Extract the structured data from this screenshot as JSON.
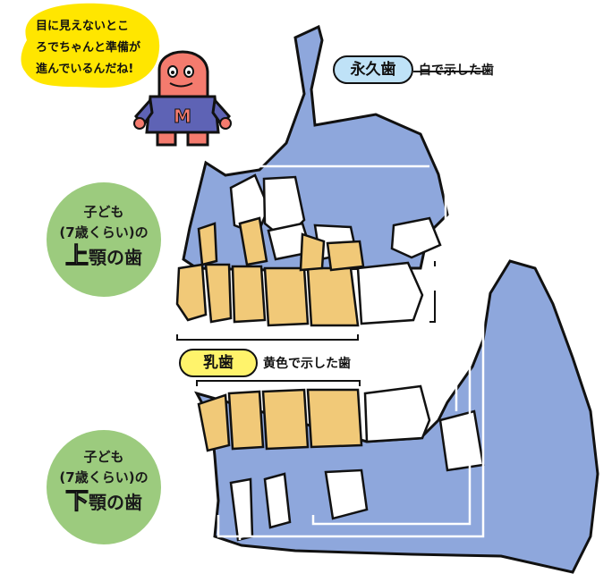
{
  "speech_bubble": {
    "line1": "目に見えないとこ",
    "line2": "ろでちゃんと準備が",
    "line3": "進んでいるんだね!"
  },
  "character": {
    "shirt_letter": "M"
  },
  "labels": {
    "upper": {
      "line1": "子ども",
      "line2": "(7歳くらい)の",
      "jaw": "上",
      "jaw_rest": "顎の歯"
    },
    "lower": {
      "line1": "子ども",
      "line2": "(7歳くらい)の",
      "jaw": "下",
      "jaw_rest": "顎の歯"
    }
  },
  "legend": {
    "permanent": {
      "tag": "永久歯",
      "description": "白で示した歯"
    },
    "baby": {
      "tag": "乳歯",
      "description": "黄色で示した歯"
    }
  },
  "colors": {
    "bone": "#8ea7dc",
    "permanent_teeth": "#ffffff",
    "baby_teeth": "#f1c978",
    "bubble": "#ffe600",
    "circle": "#9ccb7e",
    "permanent_tag": "#bfe2f7",
    "baby_tag": "#fff36b",
    "character_body": "#f47b6e",
    "character_shirt": "#5e63b5"
  }
}
